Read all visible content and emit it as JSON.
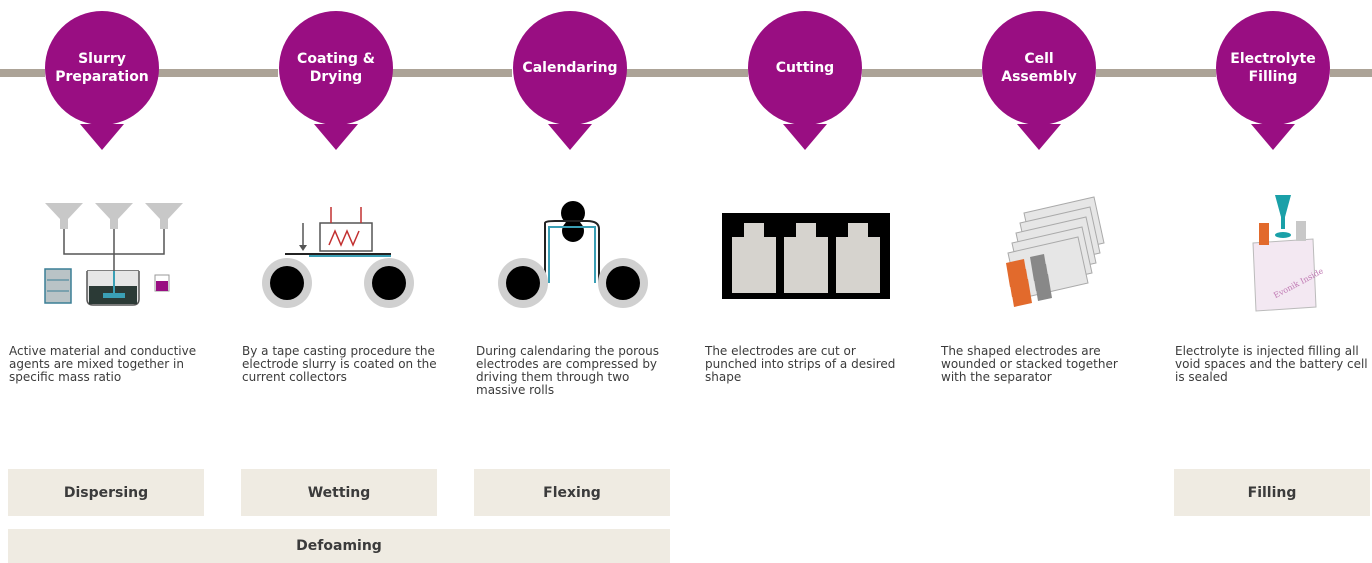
{
  "colors": {
    "step_circle": "#990e82",
    "connector": "#aca397",
    "tag_background": "#efebe2"
  },
  "steps": [
    {
      "title": "Slurry\nPreparation",
      "description": "Active material and conductive agents are mixed together in specific mass ratio",
      "illustration": "slurry-mixing-tanks"
    },
    {
      "title": "Coating &\nDrying",
      "description": "By a tape casting procedure the electrode slurry is coated on the current collectors",
      "illustration": "coating-rollers-dryer"
    },
    {
      "title": "Calendaring",
      "description": "During calendaring the porous electrodes are compressed by driving them through two massive rolls",
      "illustration": "calendaring-rolls"
    },
    {
      "title": "Cutting",
      "description": "The electrodes are cut or punched into strips of a desired shape",
      "illustration": "cut-electrode-sheets"
    },
    {
      "title": "Cell\nAssembly",
      "description": "The shaped electrodes are wounded or stacked together with the separator",
      "illustration": "stacked-electrodes"
    },
    {
      "title": "Electrolyte\nFilling",
      "description": "Electrolyte is injected filling all void spaces and the battery cell is sealed",
      "illustration": "battery-cell-filling",
      "cell_label": "Evonik Inside"
    }
  ],
  "tags": [
    {
      "label": "Dispersing"
    },
    {
      "label": "Wetting"
    },
    {
      "label": "Flexing"
    },
    {
      "label": "Filling"
    },
    {
      "label": "Defoaming"
    }
  ]
}
